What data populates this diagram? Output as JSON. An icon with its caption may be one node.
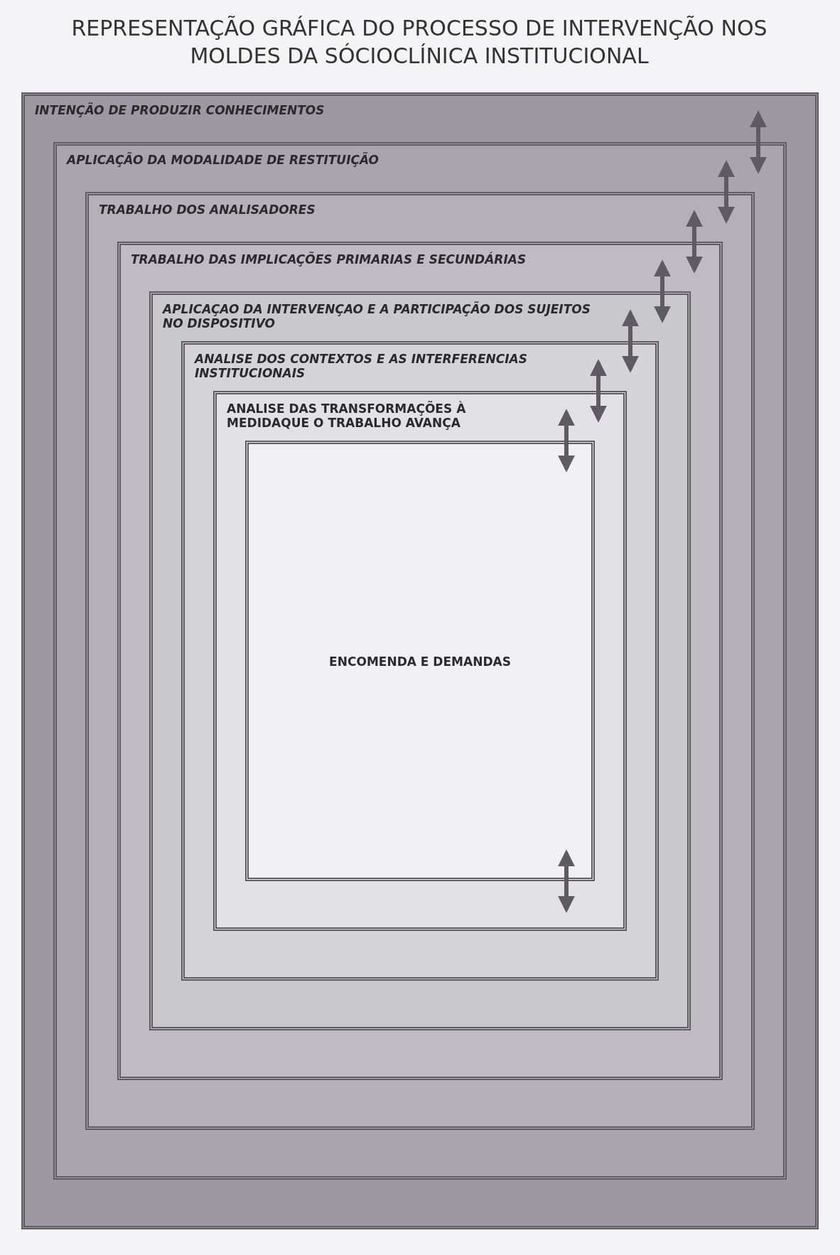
{
  "diagram": {
    "title": "REPRESENTAÇÃO GRÁFICA DO PROCESSO DE INTERVENÇÃO NOS MOLDES DA SÓCIOCLÍNICA INSTITUCIONAL",
    "nodes": [
      {
        "text": [
          "INTENÇÃO DE PRODUZIR CONHECIMENTOS"
        ]
      },
      {
        "text": [
          "APLICAÇÃO DA MODALIDADE DE RESTITUIÇÃO"
        ],
        "in": 0
      },
      {
        "text": [
          "TRABALHO DOS ANALISADORES"
        ],
        "in": 1
      },
      {
        "text": [
          "TRABALHO DAS IMPLICAÇÕES PRIMARIAS E SECUNDÁRIAS"
        ],
        "in": 2
      },
      {
        "text": [
          "APLICAÇAO DA INTERVENÇAO E A PARTICIPAÇÃO DOS SUJEITOS NO DISPOSITIVO"
        ],
        "in": 3
      },
      {
        "text": [
          "ANALISE DOS CONTEXTOS E AS INTERFERENCIAS INSTITUCIONAIS"
        ],
        "in": 4
      },
      {
        "text": [
          "ANALISE DAS TRANSFORMAÇÕES À MEDIDAQUE O TRABALHO AVANÇA"
        ],
        "in": 5
      },
      {
        "text": [
          "ENCOMENDA E DEMANDAS"
        ],
        "in": 6
      }
    ],
    "edges": [
      {
        "from": 0,
        "to": 1,
        "arrow": "both"
      },
      {
        "from": 1,
        "to": 2,
        "arrow": "both"
      },
      {
        "from": 2,
        "to": 3,
        "arrow": "both"
      },
      {
        "from": 3,
        "to": 4,
        "arrow": "both"
      },
      {
        "from": 4,
        "to": 5,
        "arrow": "both"
      },
      {
        "from": 5,
        "to": 6,
        "arrow": "both"
      },
      {
        "from": 6,
        "to": 7,
        "arrow": "both"
      },
      {
        "from": 6,
        "to": 7,
        "arrow": "both"
      }
    ]
  }
}
